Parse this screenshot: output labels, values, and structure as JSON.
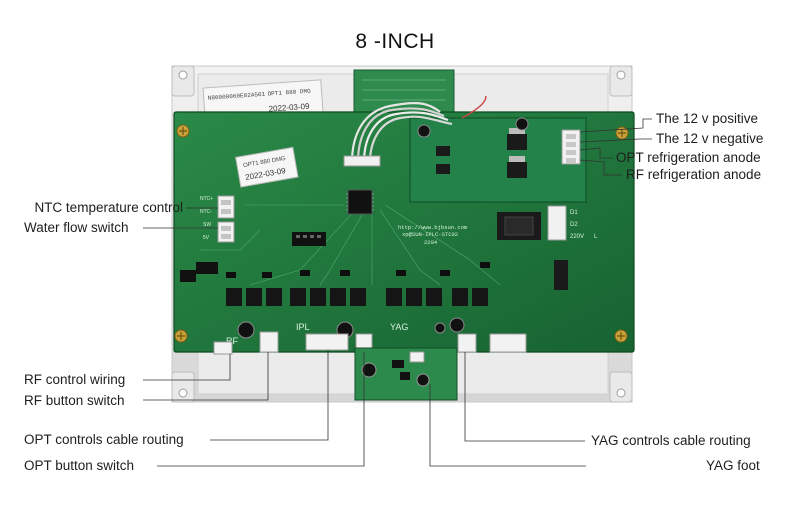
{
  "title": "8 -INCH",
  "board": {
    "sticker_1_line1": "OPT1 880 DMG",
    "sticker_1_line2": "2022-03-09",
    "sticker_2_line1": "N80000060E02A501",
    "sticker_2_line2": "OPT1 880 DMG",
    "sticker_2_line3": "2022-03-09",
    "silk_ipl": "IPL",
    "silk_yag": "YAG",
    "silk_rf": "RF",
    "silk_url": "http://www.bjbsun.com",
    "silk_model": "xp@SUN-IPLC-STC02",
    "silk_date": "2204",
    "silk_d1": "D1",
    "silk_d2": "D2",
    "silk_220v": "220V",
    "silk_l": "L",
    "silk_ntc": "NTC+",
    "silk_ntc2": "NTC-",
    "silk_sw": "SW",
    "silk_5v": "5V"
  },
  "labels": {
    "left": [
      "NTC temperature control",
      "Water flow switch",
      "RF control wiring",
      "RF button switch",
      "OPT controls cable routing",
      "OPT button switch"
    ],
    "right": [
      "The 12 v positive",
      "The 12 v negative",
      "OPT refrigeration anode",
      "RF refrigeration anode",
      "YAG controls cable routing",
      "YAG foot"
    ]
  },
  "colors": {
    "pcb": "#1f7a3c",
    "pcb_dark": "#145a2b",
    "frame": "#e4e4e4",
    "leader": "#333333"
  }
}
